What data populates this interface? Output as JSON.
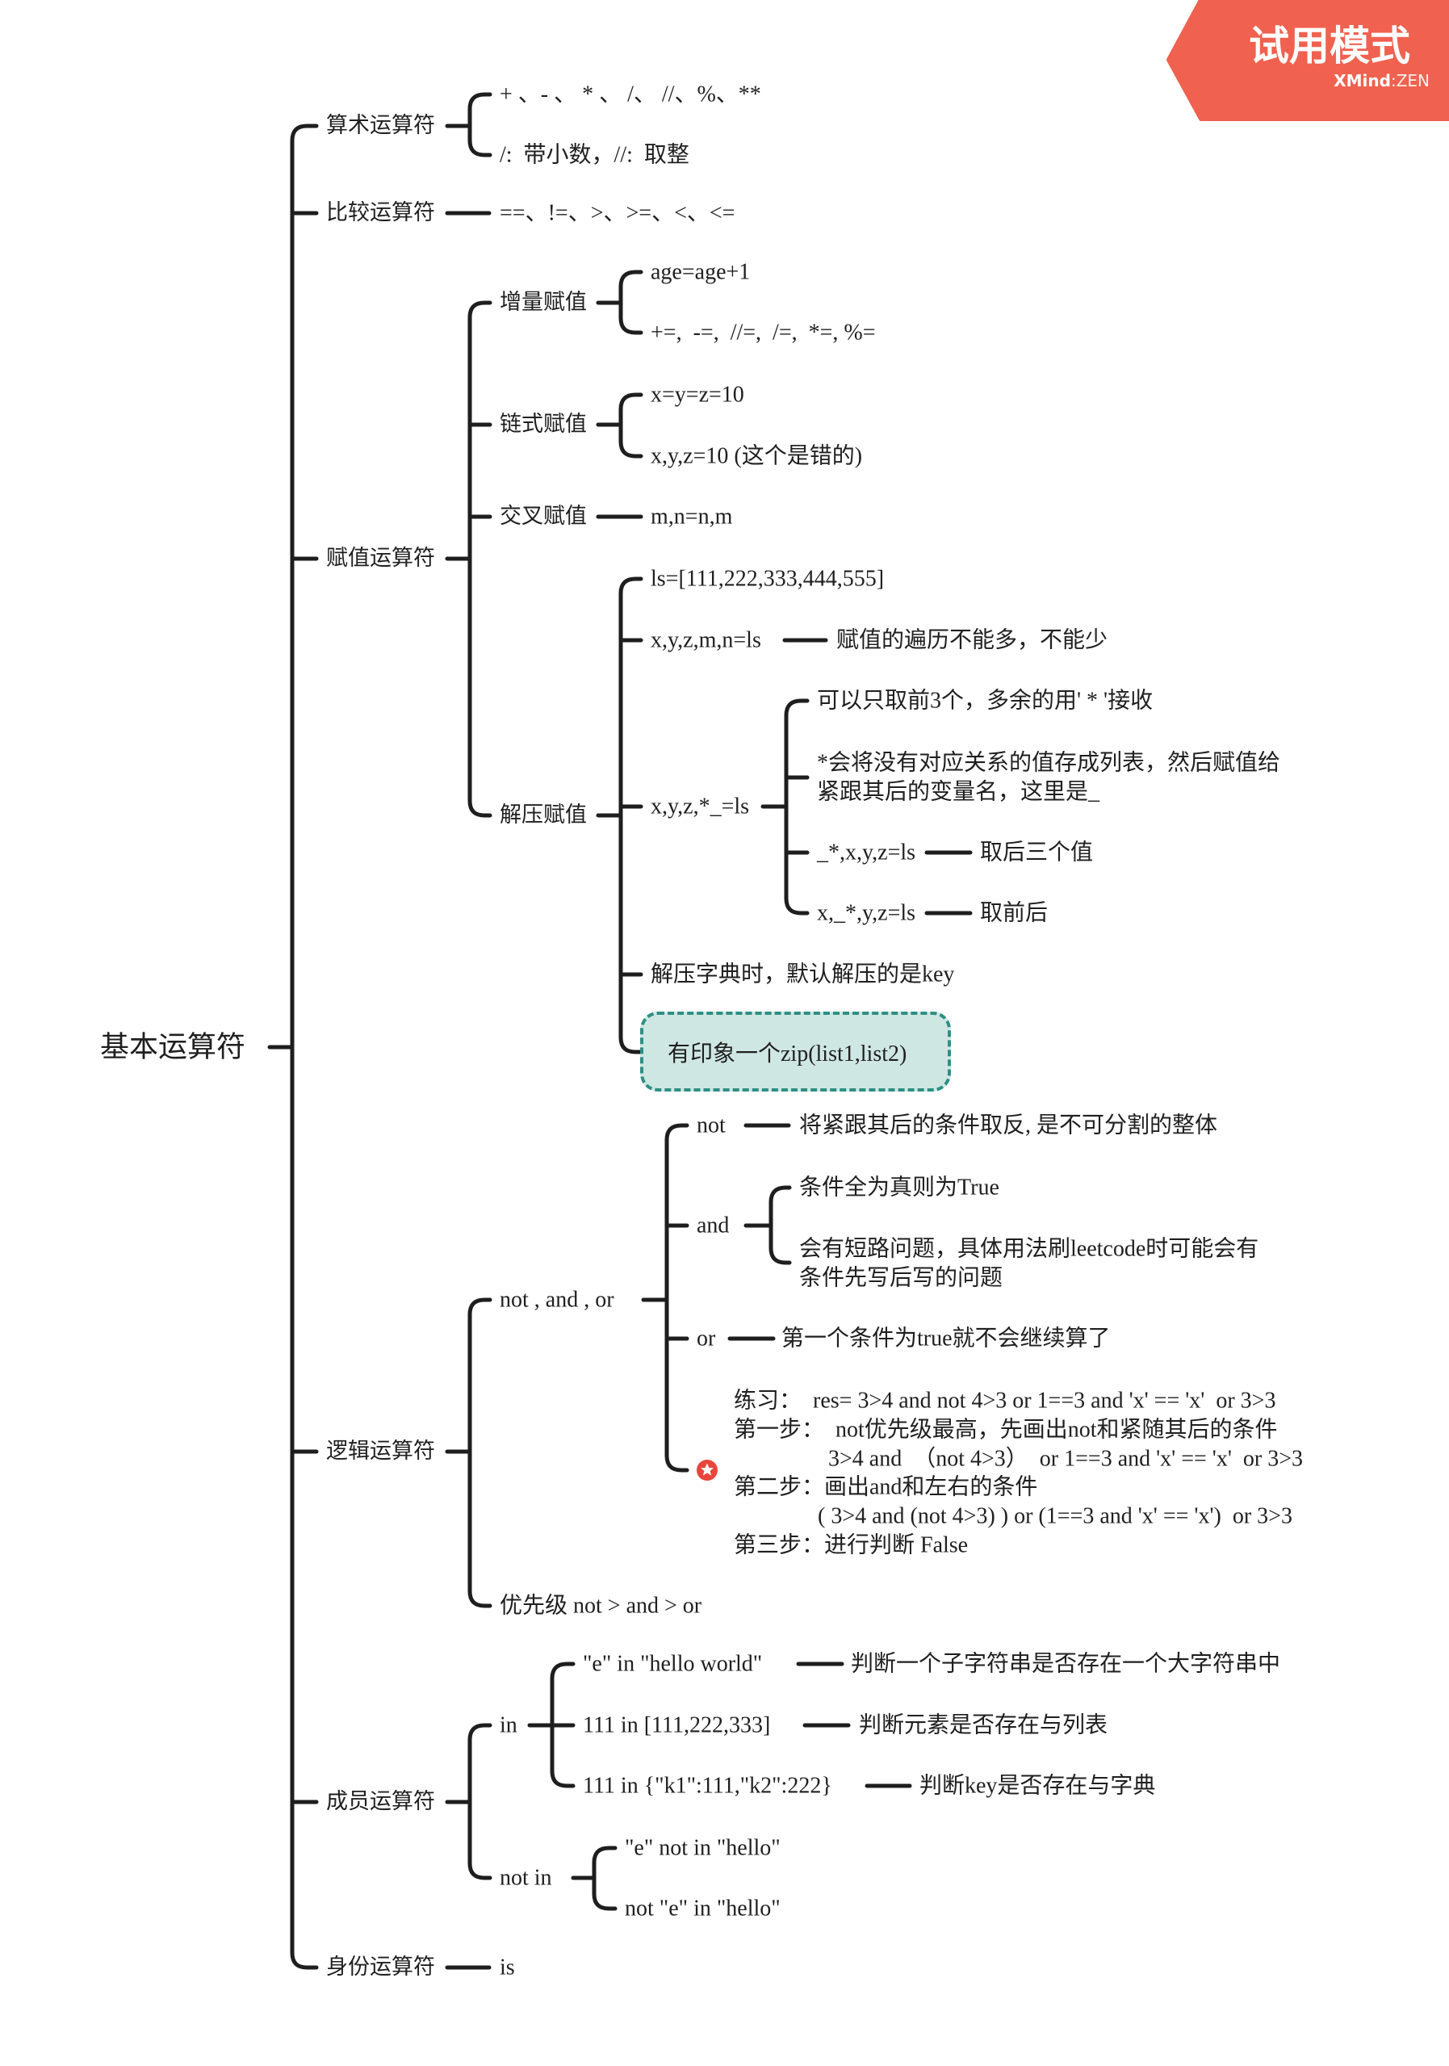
{
  "watermark": {
    "title": "试用模式",
    "brand": "XMind",
    "edition": ":ZEN"
  },
  "root": {
    "label": "基本运算符"
  },
  "arithmetic": {
    "label": "算术运算符",
    "items": [
      "+ 、- 、 * 、 /、 //、%、**",
      "/:  带小数，//:  取整"
    ]
  },
  "comparison": {
    "label": "比较运算符",
    "value": "==、!=、>、>=、<、<="
  },
  "assignment": {
    "label": "赋值运算符",
    "incremental": {
      "label": "增量赋值",
      "items": [
        "age=age+1",
        "+=,  -=,  //=,  /=,  *=, %="
      ]
    },
    "chained": {
      "label": "链式赋值",
      "items": [
        "x=y=z=10",
        "x,y,z=10 (这个是错的)"
      ]
    },
    "cross": {
      "label": "交叉赋值",
      "value": "m,n=n,m"
    },
    "unpacking": {
      "label": "解压赋值",
      "list": "ls=[111,222,333,444,555]",
      "exact": {
        "expr": "x,y,z,m,n=ls",
        "note": "赋值的遍历不能多，不能少"
      },
      "starred": {
        "expr": "x,y,z,*_=ls",
        "first_three": "可以只取前3个，多余的用' * '接收",
        "explain": [
          "*会将没有对应关系的值存成列表，然后赋值给",
          "紧跟其后的变量名，这里是_"
        ],
        "last_three": {
          "expr": "_*,x,y,z=ls",
          "note": "取后三个值"
        },
        "ends": {
          "expr": "x,_*,y,z=ls",
          "note": "取前后"
        }
      },
      "dict": "解压字典时，默认解压的是key",
      "zip": "有印象一个zip(list1,list2)"
    }
  },
  "logic": {
    "label": "逻辑运算符",
    "ops": {
      "label": "not , and , or",
      "not": {
        "label": "not",
        "note": "将紧跟其后的条件取反, 是不可分割的整体"
      },
      "and": {
        "label": "and",
        "all_true": "条件全为真则为True",
        "short_circuit": [
          "会有短路问题，具体用法刷leetcode时可能会有",
          "条件先写后写的问题"
        ]
      },
      "or": {
        "label": "or",
        "note": "第一个条件为true就不会继续算了"
      },
      "exercise": {
        "icon": "star-icon",
        "lines": [
          "练习：  res= 3>4 and not 4>3 or 1==3 and 'x' == 'x'  or 3>3",
          "第一步：  not优先级最高，先画出not和紧随其后的条件",
          "3>4 and  （not 4>3）  or 1==3 and 'x' == 'x'  or 3>3",
          "第二步：画出and和左右的条件",
          "( 3>4 and (not 4>3) ) or (1==3 and 'x' == 'x')  or 3>3",
          "第三步：进行判断 False"
        ]
      }
    },
    "priority": "优先级 not > and > or"
  },
  "membership": {
    "label": "成员运算符",
    "in": {
      "label": "in",
      "items": [
        {
          "expr": "\"e\" in \"hello world\"",
          "note": "判断一个子字符串是否存在一个大字符串中"
        },
        {
          "expr": "111 in [111,222,333]",
          "note": "判断元素是否存在与列表"
        },
        {
          "expr": "111 in {\"k1\":111,\"k2\":222}",
          "note": "判断key是否存在与字典"
        }
      ]
    },
    "not_in": {
      "label": "not in",
      "items": [
        "\"e\" not in \"hello\"",
        "not \"e\" in \"hello\""
      ]
    }
  },
  "identity": {
    "label": "身份运算符",
    "value": "is"
  },
  "colors": {
    "line": "#1e1e1e",
    "text": "#1f1f1f",
    "watermark": "#f0614f",
    "zip_fill": "#cfe7e2",
    "zip_border": "#2f8f84",
    "star": "#e8453c",
    "bg": "#ffffff"
  }
}
